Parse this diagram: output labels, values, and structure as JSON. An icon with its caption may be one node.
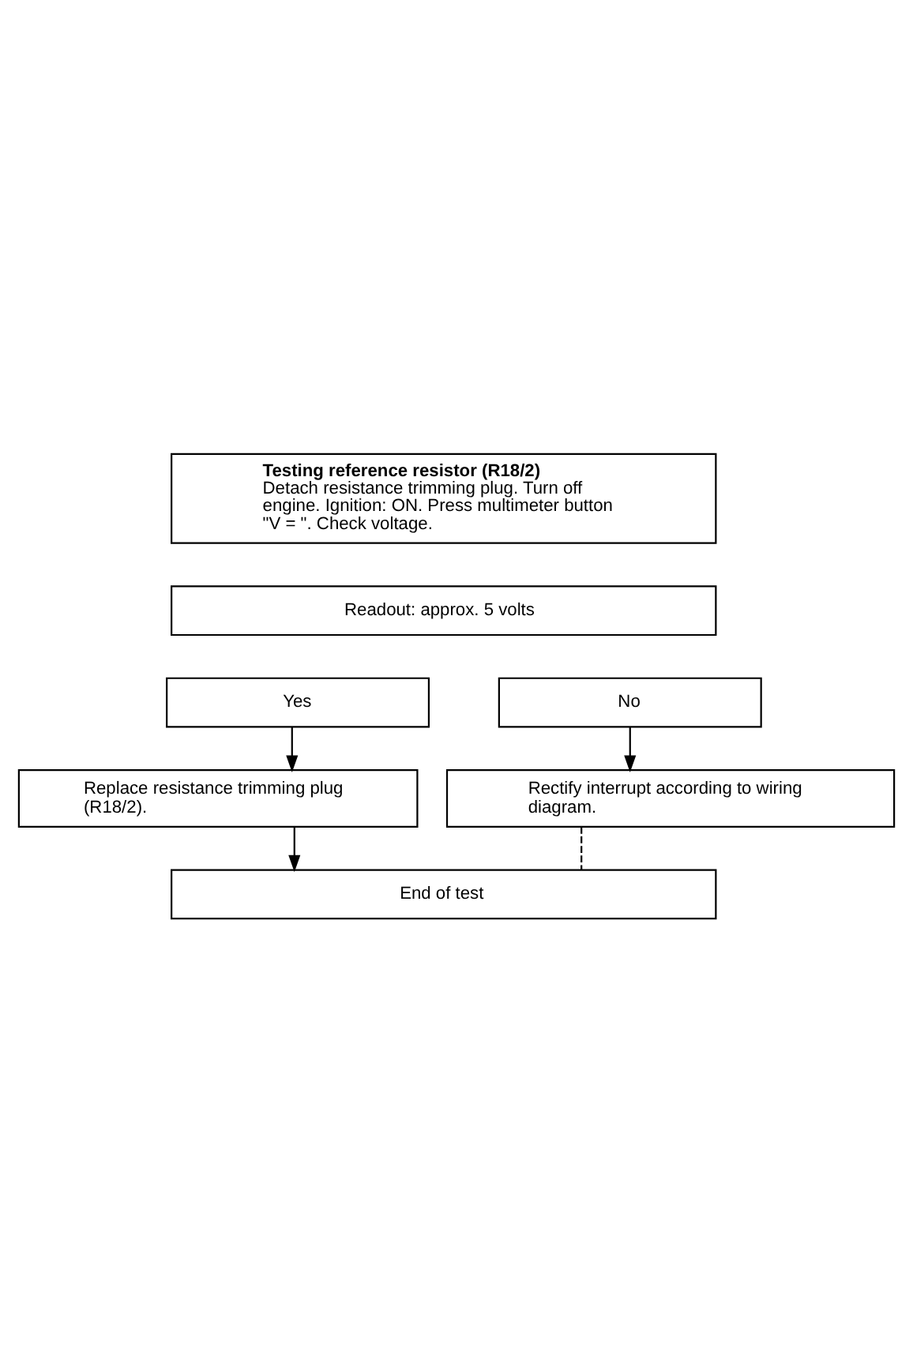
{
  "diagram": {
    "nodes": [
      {
        "text": [
          "Testing reference resistor (R18/2)",
          "Detach resistance trimming plug. Turn off engine. Ignition: ON. Press multimeter button \"V = \". Check voltage."
        ]
      },
      {
        "text": [
          "Readout: approx. 5 volts"
        ]
      },
      {
        "text": [
          "Yes"
        ]
      },
      {
        "text": [
          "No"
        ]
      },
      {
        "text": [
          "Rectify interrupt according to wiring diagram."
        ]
      },
      {
        "text": [
          "Replace resistance trimming plug (R18/2)."
        ]
      },
      {
        "text": [
          "End of test"
        ]
      }
    ],
    "edges": [
      {
        "from": 2,
        "to": 5,
        "arrow": "to"
      },
      {
        "from": 3,
        "to": 4,
        "arrow": "to"
      },
      {
        "from": 4,
        "to": 6,
        "arrow": "none",
        "style": "dashed"
      },
      {
        "from": 5,
        "to": 6,
        "arrow": "to"
      }
    ]
  }
}
